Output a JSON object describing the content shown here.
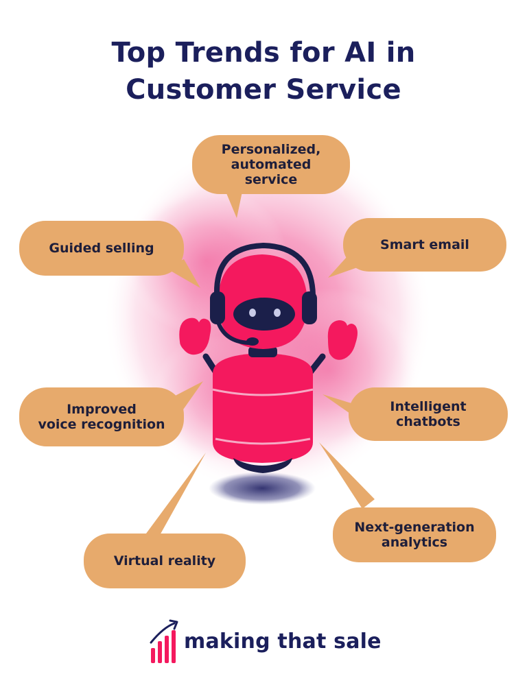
{
  "title": {
    "line1": "Top Trends for AI in",
    "line2": "Customer Service"
  },
  "colors": {
    "title": "#1b1f5c",
    "bubble": "#e7aa6c",
    "robot": "#f4195e",
    "cloud": "#f7a7c6",
    "dark": "#1b1f4a",
    "logo_accent": "#f4195e"
  },
  "trends": [
    {
      "id": "personalized",
      "label": "Personalized,\nautomated\nservice"
    },
    {
      "id": "guided",
      "label": "Guided selling"
    },
    {
      "id": "email",
      "label": "Smart email"
    },
    {
      "id": "voice",
      "label": "Improved\nvoice recognition"
    },
    {
      "id": "chatbots",
      "label": "Intelligent\nchatbots"
    },
    {
      "id": "analytics",
      "label": "Next-generation\nanalytics"
    },
    {
      "id": "vr",
      "label": "Virtual reality"
    }
  ],
  "logo": {
    "text": "making that sale",
    "icon": "rising-bars-arrow-icon"
  }
}
